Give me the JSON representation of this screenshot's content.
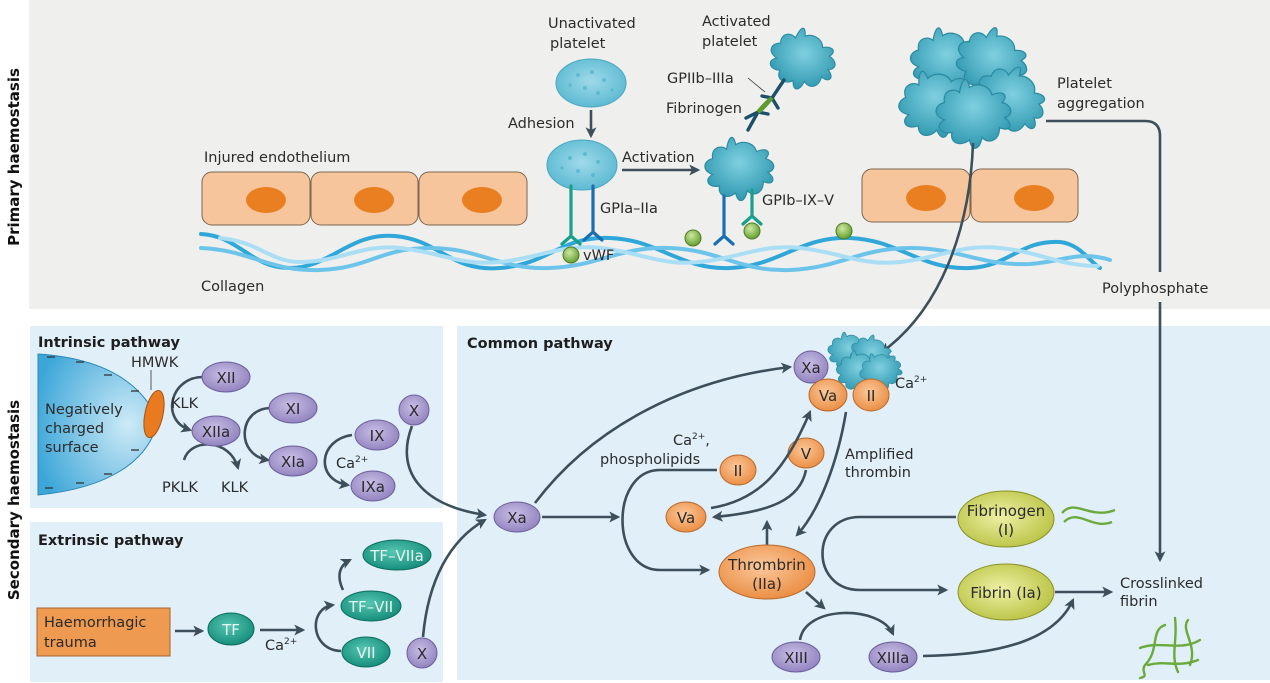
{
  "side_labels": {
    "primary": "Primary haemostasis",
    "secondary": "Secondary haemostasis"
  },
  "primary": {
    "injured_endothelium": "Injured endothelium",
    "collagen": "Collagen",
    "unactivated_platelet": [
      "Unactivated",
      "platelet"
    ],
    "activated_platelet": [
      "Activated",
      "platelet"
    ],
    "adhesion": "Adhesion",
    "activation": "Activation",
    "gpia_iia": "GPIa–IIa",
    "vwf": "vWF",
    "gpiib_iiia": "GPIIb–IIIa",
    "fibrinogen": "Fibrinogen",
    "gpib_ix_v": "GPIb–IX–V",
    "platelet_aggregation": [
      "Platelet",
      "aggregation"
    ],
    "polyphosphate": "Polyphosphate"
  },
  "intrinsic": {
    "title": "Intrinsic pathway",
    "surface": [
      "Negatively",
      "charged",
      "surface"
    ],
    "hmwk": "HMWK",
    "klk_1": "KLK",
    "pklk": "PKLK",
    "klk_2": "KLK",
    "ca": "Ca",
    "ca_sup": "2+",
    "nodes": {
      "xii": "XII",
      "xiia": "XIIa",
      "xi": "XI",
      "xia": "XIa",
      "ix": "IX",
      "ixa": "IXa",
      "x": "X"
    }
  },
  "extrinsic": {
    "title": "Extrinsic pathway",
    "trauma": [
      "Haemorrhagic",
      "trauma"
    ],
    "ca": "Ca",
    "ca_sup": "2+",
    "nodes": {
      "tf": "TF",
      "tf_viia": "TF–VIIa",
      "tf_vii": "TF–VII",
      "vii": "VII",
      "x": "X"
    }
  },
  "common": {
    "title": "Common pathway",
    "ca_phospho": [
      "Ca",
      "2+",
      ",",
      "phospholipids"
    ],
    "amplified": [
      "Amplified",
      "thrombin"
    ],
    "ca_complex": "Ca",
    "ca_complex_sup": "2+",
    "crosslinked": [
      "Crosslinked",
      "fibrin"
    ],
    "nodes": {
      "xa": "Xa",
      "xa_complex": "Xa",
      "va_complex": "Va",
      "ii_complex": "II",
      "ii": "II",
      "v": "V",
      "va": "Va",
      "thrombin": [
        "Thrombrin",
        "(IIa)"
      ],
      "xiii": "XIII",
      "xiiia": "XIIIa",
      "fibrinogen": [
        "Fibrinogen",
        "(I)"
      ],
      "fibrin": "Fibrin (Ia)"
    }
  },
  "colors": {
    "primary_bg": "#efefed",
    "secondary_bg": "#e1eff9",
    "purple": "#9b8dc4",
    "orange": "#ef9a55",
    "teal": "#1b9a88",
    "olive": "#c3cc4a",
    "platelet": "#3aa7bd",
    "arrow": "#3c4f5a",
    "cell": "#f7c59b",
    "nucleus": "#ea7f22",
    "trauma": "#ee9a50"
  }
}
